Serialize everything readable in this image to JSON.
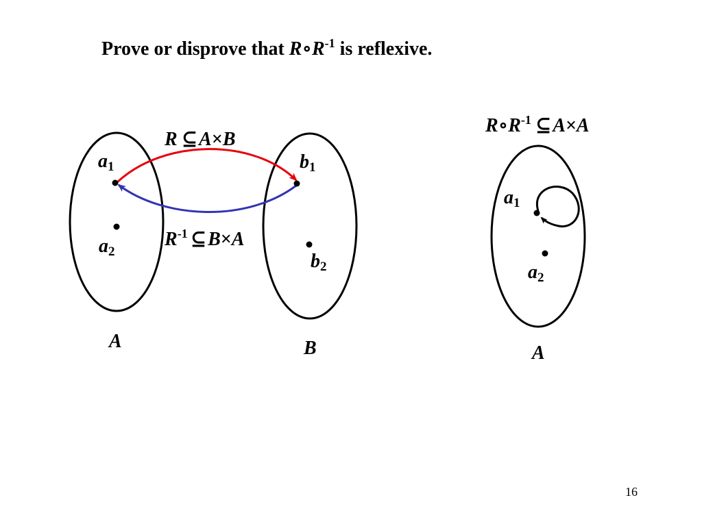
{
  "slide": {
    "title_prefix": "Prove or disprove that ",
    "title_r1": "R",
    "title_compose": "∘",
    "title_r2": "R",
    "title_sup": "-1",
    "title_suffix": " is reflexive.",
    "page_number": "16"
  },
  "left_diagram": {
    "set_a_name": "A",
    "set_b_name": "B",
    "a1": {
      "letter": "a",
      "sub": "1"
    },
    "a2": {
      "letter": "a",
      "sub": "2"
    },
    "b1": {
      "letter": "b",
      "sub": "1"
    },
    "b2": {
      "letter": "b",
      "sub": "2"
    },
    "r_label": {
      "rel": "R",
      "subset": "⊆",
      "lhs": "A",
      "times": "×",
      "rhs": "B"
    },
    "rinv_label": {
      "rel": "R",
      "sup": "-1",
      "subset": "⊆",
      "lhs": "B",
      "times": "×",
      "rhs": "A"
    },
    "colors": {
      "r_arrow": "#e8000b",
      "rinv_arrow": "#3434b4"
    }
  },
  "right_diagram": {
    "set_name": "A",
    "label": {
      "r1": "R",
      "compose": "∘",
      "r2": "R",
      "sup": "-1",
      "subset": "⊆",
      "lhs": "A",
      "times": "×",
      "rhs": "A"
    },
    "a1": {
      "letter": "a",
      "sub": "1"
    },
    "a2": {
      "letter": "a",
      "sub": "2"
    }
  }
}
